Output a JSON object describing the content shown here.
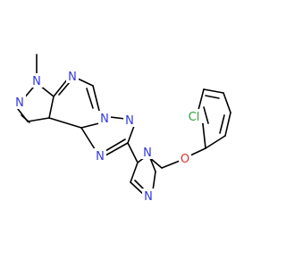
{
  "molecule": {
    "atoms": {
      "n_methyl": "N",
      "n_pz2": "N",
      "n_pym1": "N",
      "n_bridge": "N",
      "n_tz2": "N",
      "n_tz4": "N",
      "n_pzb1": "N",
      "n_pzb2": "N",
      "o_ether": "O",
      "cl": "Cl"
    },
    "colors": {
      "bond": "#000000",
      "nitrogen": "#2f38e0",
      "oxygen": "#e0302a",
      "chlorine": "#2ea13a",
      "background": "#ffffff"
    }
  }
}
